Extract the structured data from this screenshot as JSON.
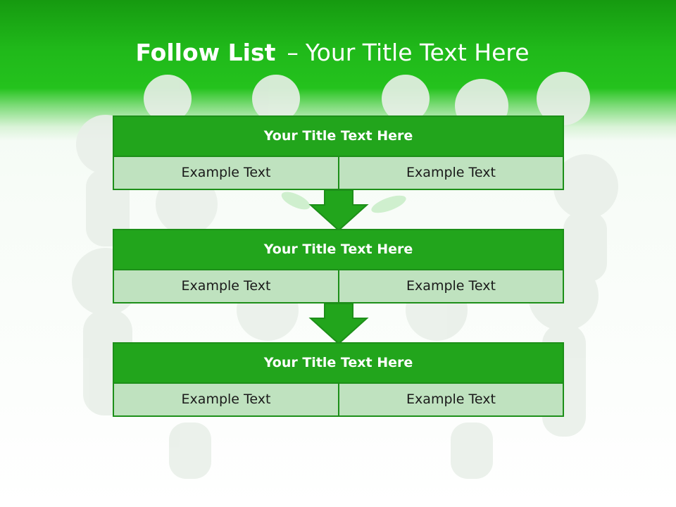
{
  "slide": {
    "title_bold": "Follow List",
    "title_separator": "–",
    "title_rest": "Your Title Text Here"
  },
  "steps": [
    {
      "title": "Your Title Text Here",
      "left": "Example Text",
      "right": "Example Text"
    },
    {
      "title": "Your Title Text Here",
      "left": "Example Text",
      "right": "Example Text"
    },
    {
      "title": "Your Title Text Here",
      "left": "Example Text",
      "right": "Example Text"
    }
  ],
  "colors": {
    "header_green": "#22b91c",
    "block_title_green": "#22a51c",
    "block_border": "#1d8f19",
    "cell_fill": "#c0e3c0"
  },
  "icons": [
    "down-arrow-icon",
    "down-arrow-icon"
  ]
}
